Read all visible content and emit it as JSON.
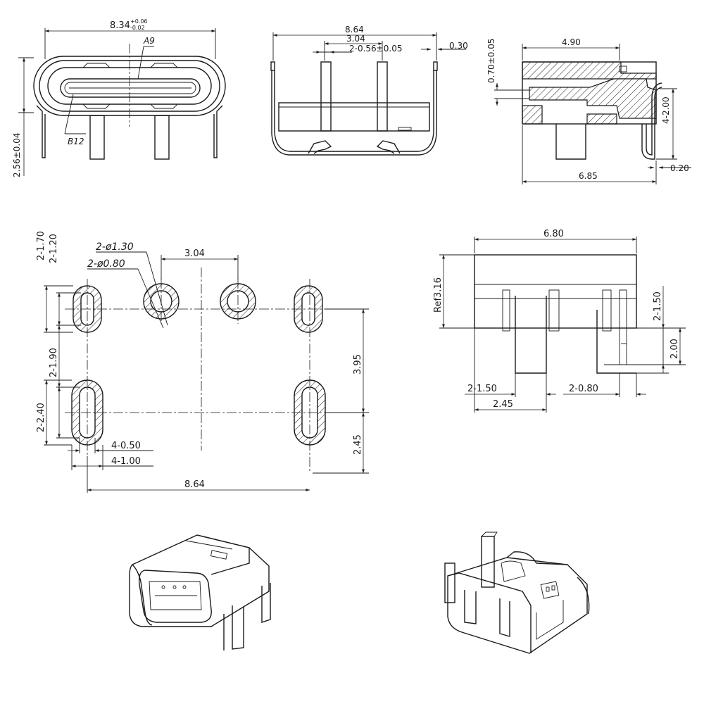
{
  "front_view": {
    "width_label": "8.34",
    "width_tol_upper": "+0.06",
    "width_tol_lower": "-0.02",
    "pin_a_label": "A9",
    "pin_b_label": "B12",
    "height_label": "2.56±0.04"
  },
  "rear_view": {
    "overall_label": "8.64",
    "pitch_label": "3.04",
    "pin_width_label": "2-0.56±0.05",
    "tab_thickness_label": "0.30"
  },
  "side_view": {
    "length_label": "4.90",
    "shell_label": "0.70±0.05",
    "leg_label": "4-2.00",
    "overall_label": "6.85",
    "thickness_label": "0.20"
  },
  "footprint": {
    "slot1_height": "2-1.70",
    "slot1_drill": "2-1.20",
    "hole_pad": "2-ø1.30",
    "hole_drill": "2-ø0.80",
    "hole_pitch": "3.04",
    "row_gap": "2-1.90",
    "slot2_height": "2-2.40",
    "row_spacing": "3.95",
    "bottom_offset": "2.45",
    "slot_drill_width": "4-0.50",
    "slot_pad_width": "4-1.00",
    "overall_width": "8.64"
  },
  "bottom_view": {
    "width_label": "6.80",
    "height_label": "Ref3.16",
    "leg_top_label": "2-1.50",
    "leg_length_label": "2.00",
    "leg_width_label": "2-1.50",
    "pin_width_label": "2-0.80",
    "spacing_label": "2.45"
  }
}
